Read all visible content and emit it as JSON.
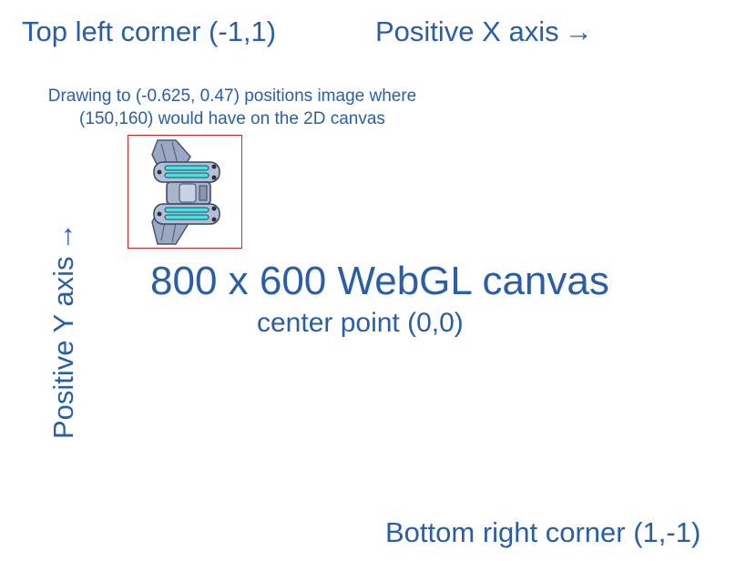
{
  "labels": {
    "top_left": "Top left corner (-1,1)",
    "x_axis": "Positive X axis",
    "x_arrow": "→",
    "y_axis": "Positive Y axis",
    "y_arrow": "→",
    "description_line1": "Drawing to (-0.625, 0.47) positions image where",
    "description_line2": "(150,160) would have on the 2D canvas",
    "canvas_title": "800 x 600 WebGL canvas",
    "center_point": "center point (0,0)",
    "bottom_right": "Bottom right corner (1,-1)"
  },
  "colors": {
    "text": "#2a5ea6",
    "box_border": "#d22a2a",
    "ship_body": "#9aa8c4",
    "ship_glow": "#3ee6e6"
  },
  "icons": {
    "sprite": "spaceship-sprite-icon"
  }
}
